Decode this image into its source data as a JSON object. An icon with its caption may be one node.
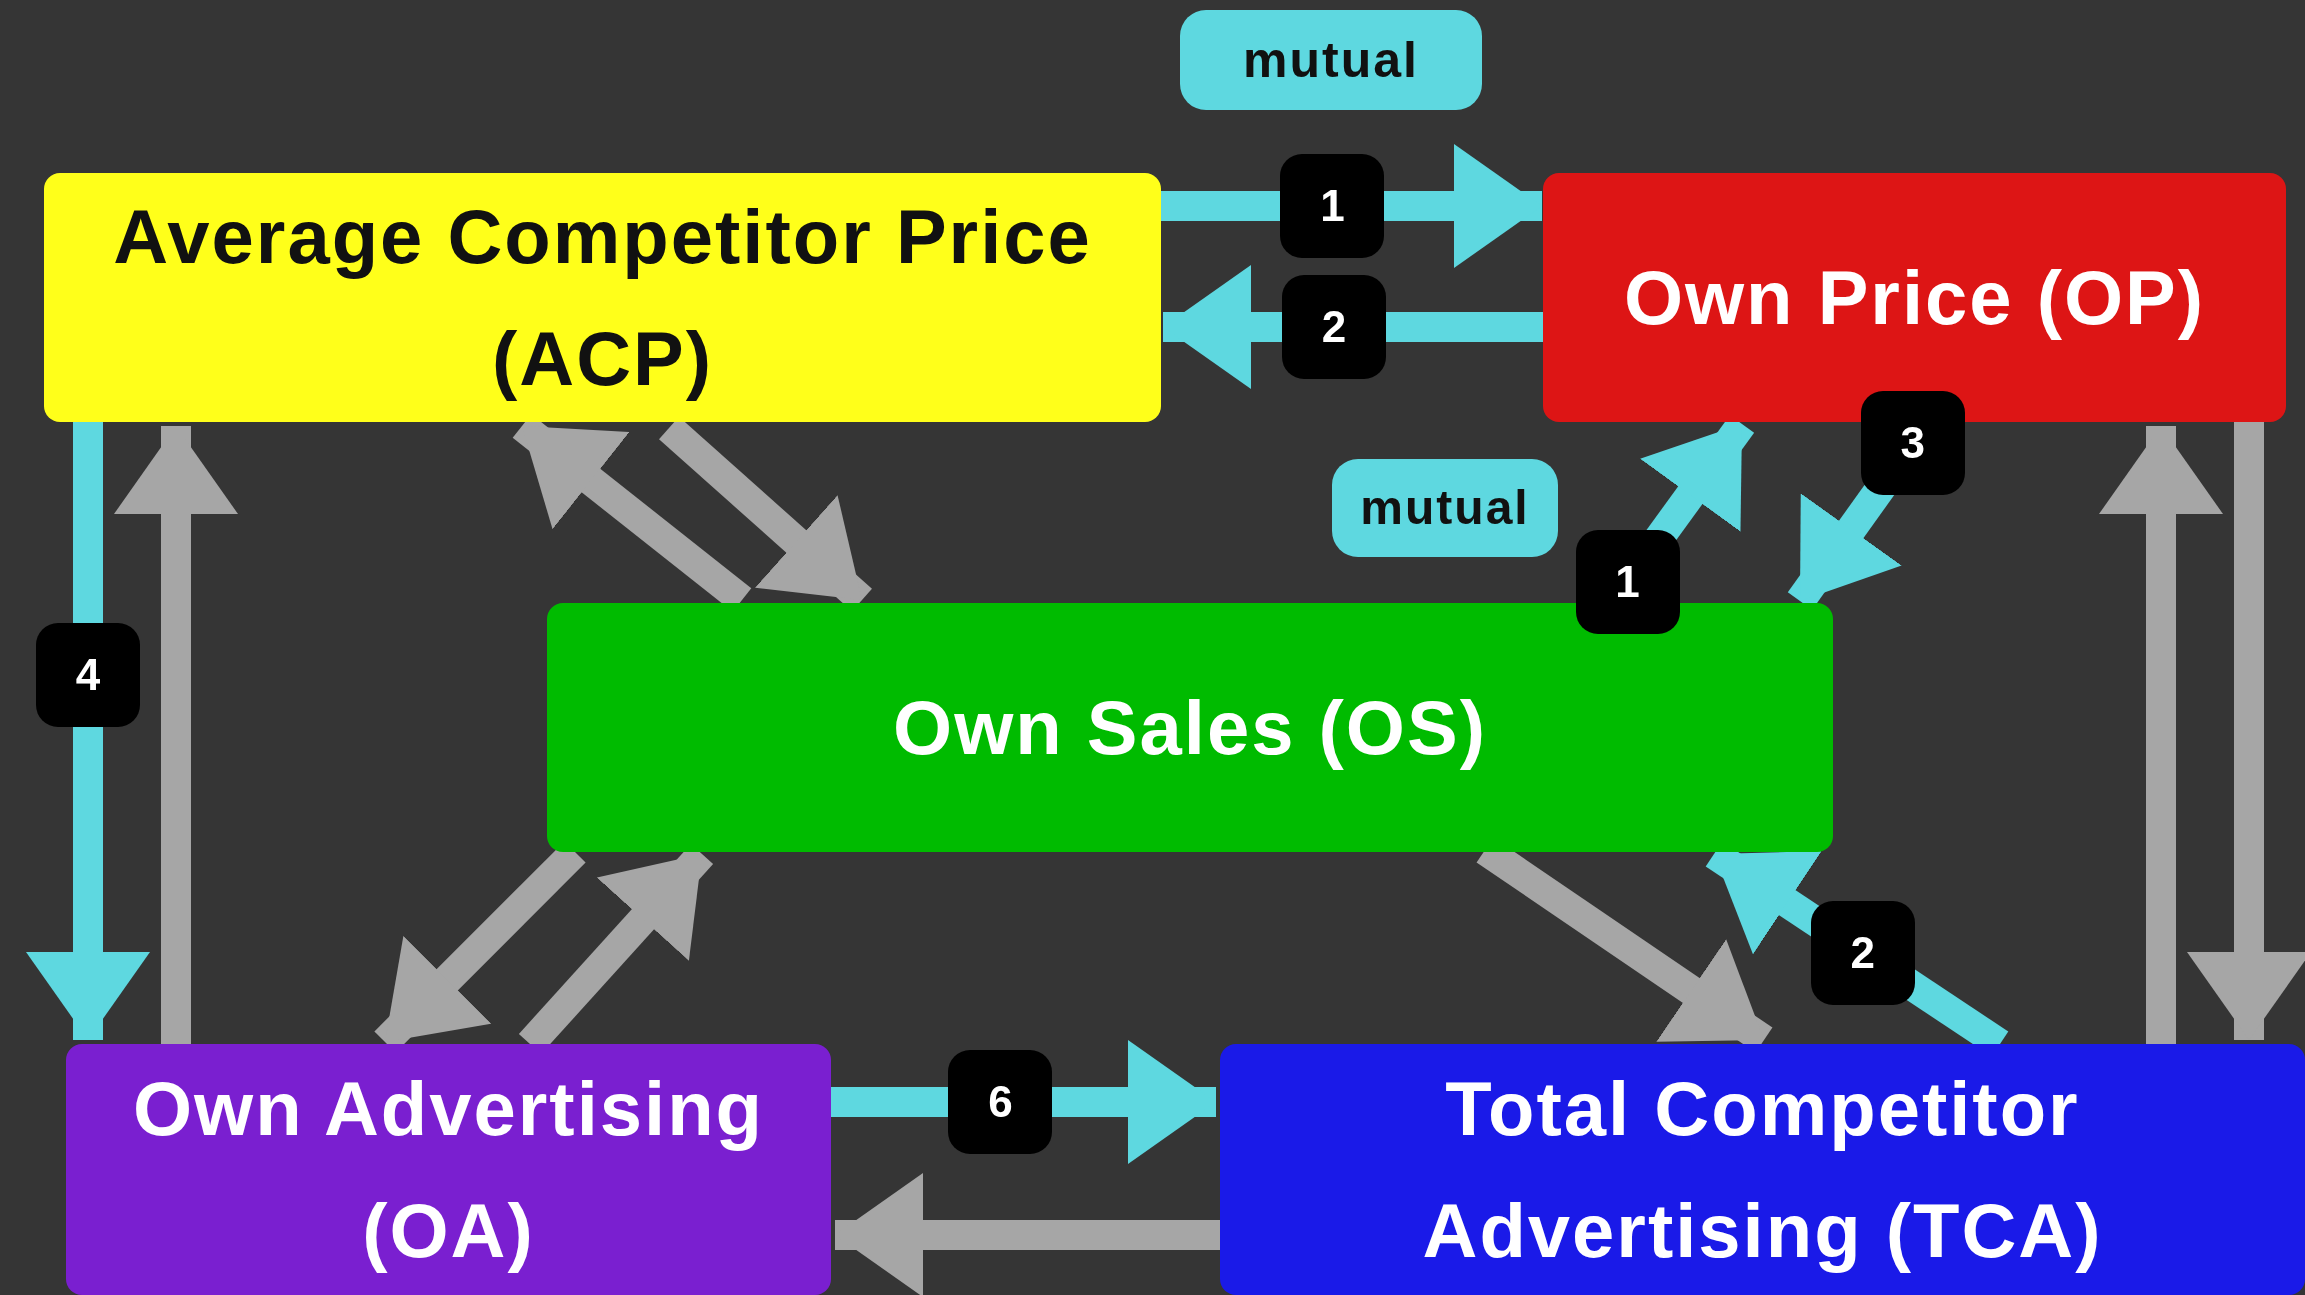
{
  "diagram": {
    "nodes": [
      {
        "text": [
          "Average Competitor Price (ACP)"
        ]
      },
      {
        "text": [
          "Own Price (OP)"
        ]
      },
      {
        "text": [
          "Own Sales (OS)"
        ]
      },
      {
        "text": [
          "Own Advertising (OA)"
        ]
      },
      {
        "text": [
          "Total Competitor Advertising (TCA)"
        ]
      },
      {
        "text": [
          "mutual"
        ]
      },
      {
        "text": [
          "mutual"
        ]
      }
    ],
    "edges": [
      {
        "from": 0,
        "to": 1,
        "arrow": "to",
        "label": "1",
        "color": "#5ed8e0"
      },
      {
        "from": 1,
        "to": 0,
        "arrow": "to",
        "label": "2",
        "color": "#5ed8e0"
      },
      {
        "from": 2,
        "to": 0,
        "arrow": "to"
      },
      {
        "from": 0,
        "to": 2,
        "arrow": "to"
      },
      {
        "from": 2,
        "to": 1,
        "arrow": "to",
        "label": "1",
        "color": "#5ed8e0"
      },
      {
        "from": 1,
        "to": 2,
        "arrow": "to",
        "label": "3",
        "color": "#5ed8e0"
      },
      {
        "from": 0,
        "to": 3,
        "arrow": "to",
        "label": "4",
        "color": "#5ed8e0"
      },
      {
        "from": 3,
        "to": 0,
        "arrow": "to"
      },
      {
        "from": 2,
        "to": 3,
        "arrow": "to"
      },
      {
        "from": 3,
        "to": 2,
        "arrow": "to"
      },
      {
        "from": 3,
        "to": 4,
        "arrow": "to",
        "label": "6",
        "color": "#5ed8e0"
      },
      {
        "from": 4,
        "to": 3,
        "arrow": "to"
      },
      {
        "from": 2,
        "to": 4,
        "arrow": "to"
      },
      {
        "from": 4,
        "to": 2,
        "arrow": "to",
        "label": "2",
        "color": "#5ed8e0"
      },
      {
        "from": 4,
        "to": 1,
        "arrow": "to"
      },
      {
        "from": 1,
        "to": 4,
        "arrow": "to"
      }
    ]
  }
}
